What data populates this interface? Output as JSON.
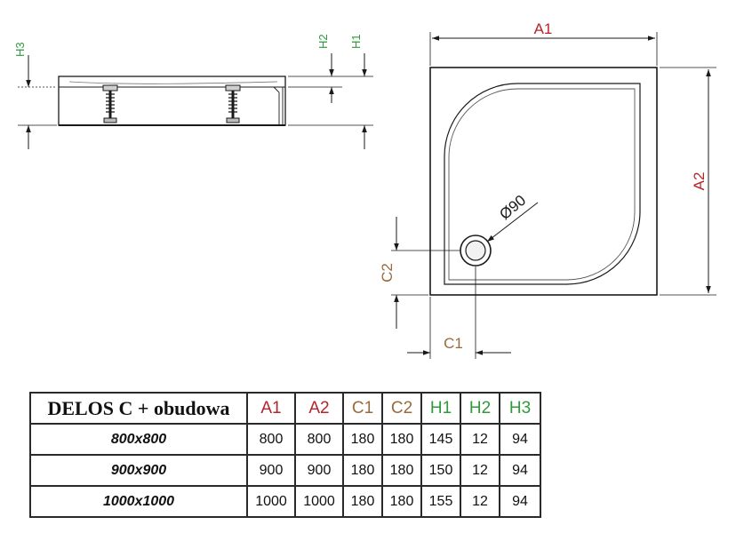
{
  "colors": {
    "red": "#b5252a",
    "brown": "#9a6a3c",
    "green": "#2e9a3a",
    "line": "#1a1a1a"
  },
  "diagram": {
    "side_labels": {
      "h3": "H3",
      "h2": "H2",
      "h1": "H1"
    },
    "top_labels": {
      "a1": "A1",
      "a2": "A2",
      "c1": "C1",
      "c2": "C2",
      "drain": "Ø90"
    }
  },
  "table": {
    "title": "DELOS C + obudowa",
    "headers": [
      "A1",
      "A2",
      "C1",
      "C2",
      "H1",
      "H2",
      "H3"
    ],
    "rows": [
      {
        "label": "800x800",
        "values": [
          "800",
          "800",
          "180",
          "180",
          "145",
          "12",
          "94"
        ]
      },
      {
        "label": "900x900",
        "values": [
          "900",
          "900",
          "180",
          "180",
          "150",
          "12",
          "94"
        ]
      },
      {
        "label": "1000x1000",
        "values": [
          "1000",
          "1000",
          "180",
          "180",
          "155",
          "12",
          "94"
        ]
      }
    ]
  }
}
